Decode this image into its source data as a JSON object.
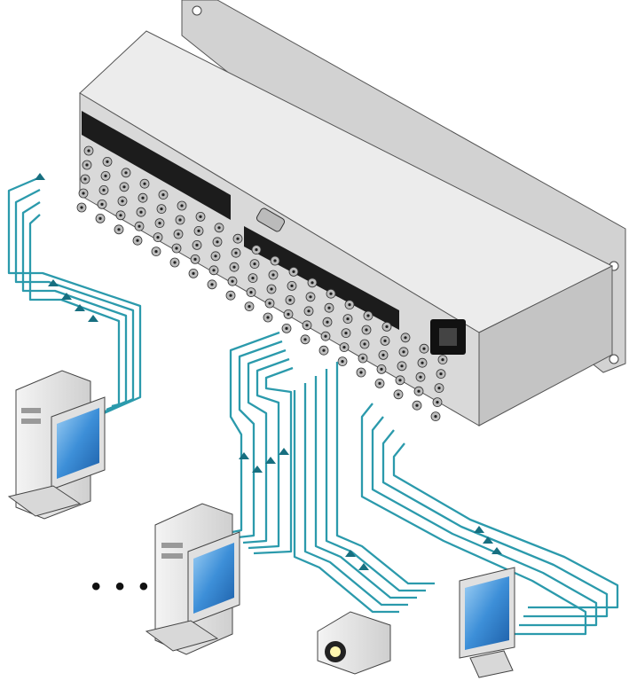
{
  "diagram": {
    "ellipsis": "• • •",
    "colors": {
      "cable": "#2b9aac",
      "cable_dark": "#176f80",
      "chassis_top": "#ececec",
      "chassis_front": "#dadada",
      "chassis_side": "#c8c8c8",
      "screen": "#3d8fd8",
      "device_body": "#e4e4e4"
    },
    "devices": [
      {
        "name": "computer-workstation-left",
        "icon": "desktop-computer-icon"
      },
      {
        "name": "computer-workstation-center",
        "icon": "desktop-computer-icon"
      },
      {
        "name": "video-projector",
        "icon": "projector-icon"
      },
      {
        "name": "display-monitor",
        "icon": "monitor-icon"
      },
      {
        "name": "matrix-switcher",
        "icon": "rack-switcher-icon"
      }
    ]
  }
}
